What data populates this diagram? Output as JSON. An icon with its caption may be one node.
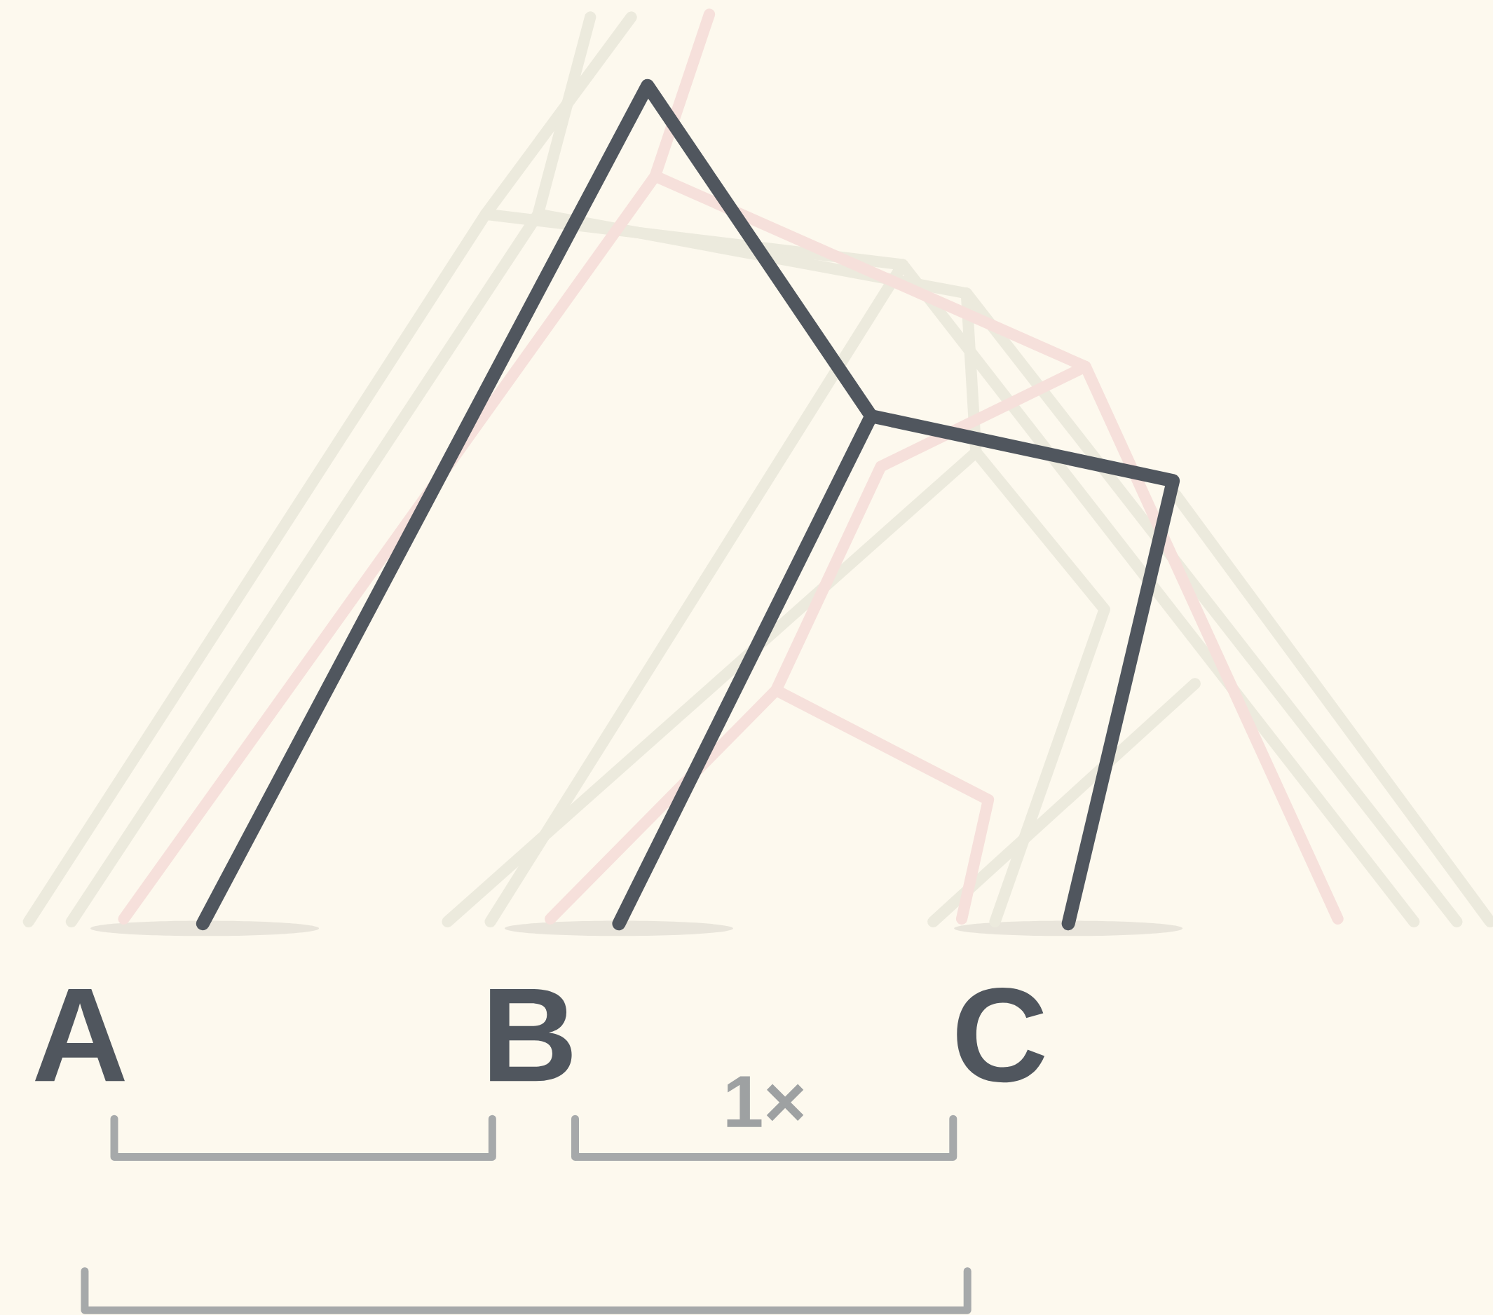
{
  "diagram": {
    "labels": [
      "A",
      "B",
      "C",
      "1×"
    ]
  }
}
